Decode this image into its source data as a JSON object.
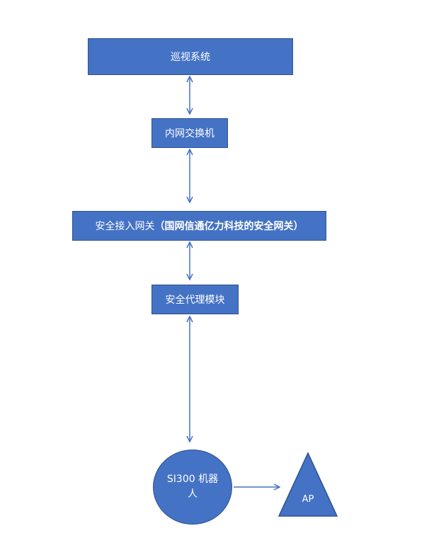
{
  "nodes": {
    "patrol_system": "巡视系统",
    "intranet_switch": "内网交换机",
    "gateway_prefix": "安全接入网关",
    "gateway_detail": "（国网信通亿力科技的安全网关）",
    "proxy_module": "安全代理模块",
    "robot": "SI300 机器人",
    "ap": "AP"
  },
  "colors": {
    "node_fill": "#4472C4",
    "node_border": "#2F528F",
    "connector": "#4472C4",
    "text": "#ffffff"
  }
}
